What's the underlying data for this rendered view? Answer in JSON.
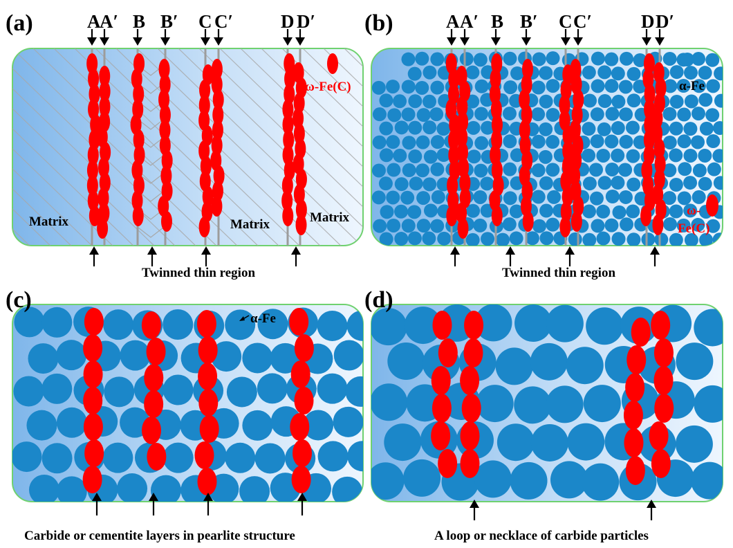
{
  "panels": [
    {
      "id": "a",
      "label": "(a)"
    },
    {
      "id": "b",
      "label": "(b)"
    },
    {
      "id": "c",
      "label": "(c)"
    },
    {
      "id": "d",
      "label": "(d)"
    }
  ],
  "columns": [
    "A",
    "A′",
    "B",
    "B′",
    "C",
    "C′",
    "D",
    "D′"
  ],
  "labels": {
    "matrix": "Matrix",
    "omega_fe_c": "ω-Fe(C)",
    "omega_part1": "ω-",
    "omega_part2": "Fe(C)",
    "alpha_fe": "α-Fe"
  },
  "captions": {
    "a": "Twinned thin region",
    "b": "Twinned thin region",
    "c": "Carbide or cementite layers in pearlite structure",
    "d": "A loop or necklace of carbide particles"
  },
  "colors": {
    "carbide": "#ff0000",
    "alpha_fe": "#1b87c9",
    "panel_border": "#6fd16f",
    "bg_dark": "#7fb6ea",
    "bg_light": "#eaf4fd",
    "line": "#a8a8a8"
  }
}
